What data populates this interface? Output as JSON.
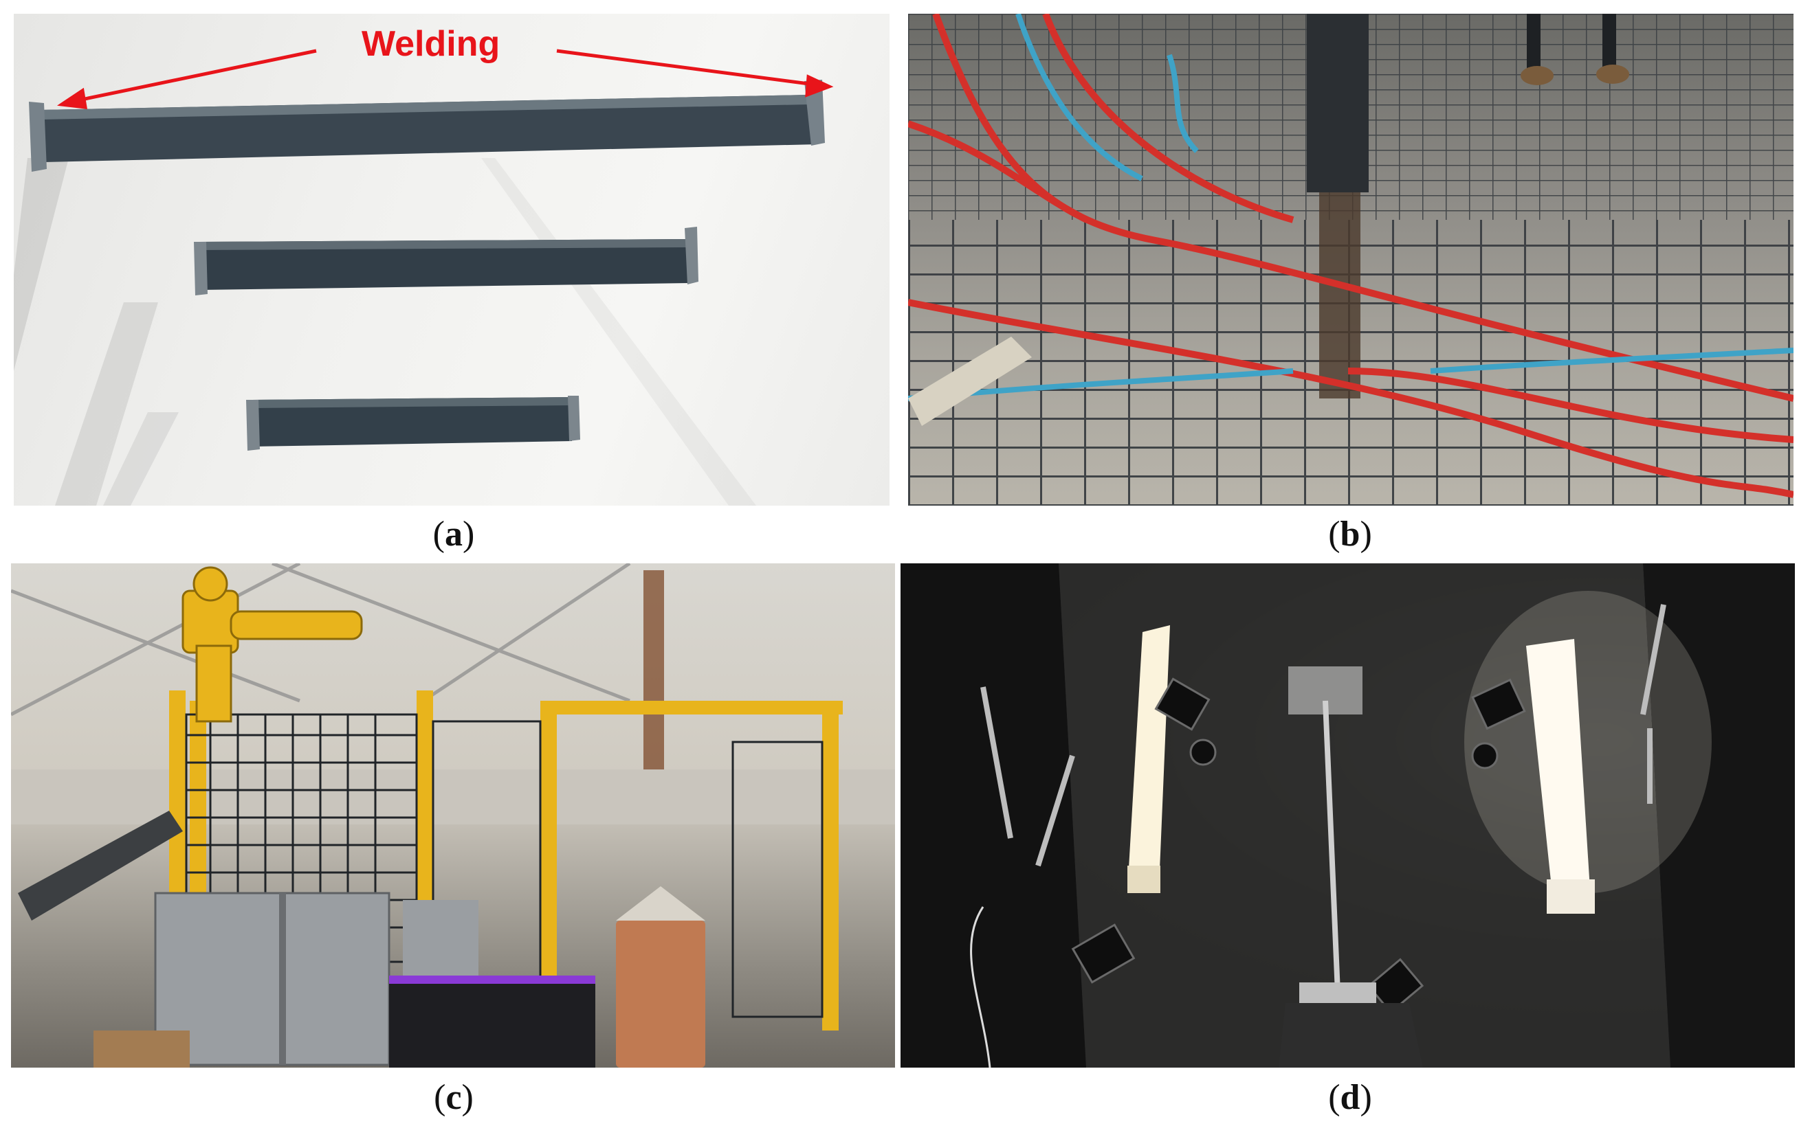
{
  "figure": {
    "panels": [
      {
        "id": "a",
        "caption_open": "(",
        "caption_letter": "a",
        "caption_close": ")",
        "annotation": "Welding"
      },
      {
        "id": "b",
        "caption_open": "(",
        "caption_letter": "b",
        "caption_close": ")"
      },
      {
        "id": "c",
        "caption_open": "(",
        "caption_letter": "c",
        "caption_close": ")"
      },
      {
        "id": "d",
        "caption_open": "(",
        "caption_letter": "d",
        "caption_close": ")"
      }
    ]
  },
  "colors": {
    "annotation_red": "#e8141a",
    "rebar_gray": "#3d4145",
    "pipe_red": "#d4302a",
    "pipe_blue": "#3fa3c7",
    "safety_yellow": "#e8b41c",
    "fence_black": "#202428"
  }
}
